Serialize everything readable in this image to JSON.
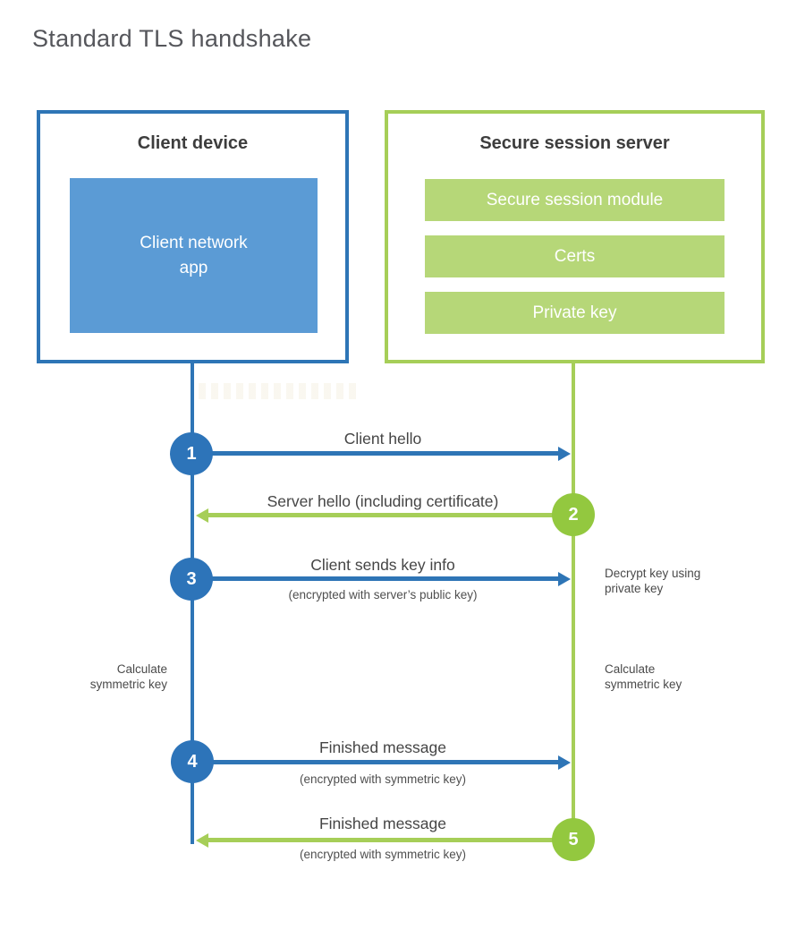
{
  "title": "Standard TLS handshake",
  "client": {
    "title": "Client device",
    "app_lines": [
      "Client network",
      "app"
    ]
  },
  "server": {
    "title": "Secure session server",
    "modules": [
      "Secure session module",
      "Certs",
      "Private key"
    ]
  },
  "messages": [
    {
      "num": "1",
      "direction": "client-to-server",
      "label": "Client hello",
      "sublabel": ""
    },
    {
      "num": "2",
      "direction": "server-to-client",
      "label": "Server hello (including certificate)",
      "sublabel": ""
    },
    {
      "num": "3",
      "direction": "client-to-server",
      "label": "Client sends key info",
      "sublabel": "(encrypted with server’s public key)"
    },
    {
      "num": "4",
      "direction": "client-to-server",
      "label": "Finished message",
      "sublabel": "(encrypted with symmetric key)"
    },
    {
      "num": "5",
      "direction": "server-to-client",
      "label": "Finished message",
      "sublabel": "(encrypted with symmetric key)"
    }
  ],
  "notes": {
    "decrypt": "Decrypt key using private key",
    "calc_left": "Calculate symmetric key",
    "calc_right": "Calculate symmetric key"
  },
  "colors": {
    "blue_border": "#2e75b6",
    "blue_fill": "#5b9bd5",
    "blue_circle": "#2d74b9",
    "green_border": "#a6ce58",
    "green_fill": "#b6d778",
    "green_circle": "#93c83f",
    "heading_text": "#3d3d3d",
    "title_text": "#55565b",
    "label_text": "#454545"
  }
}
